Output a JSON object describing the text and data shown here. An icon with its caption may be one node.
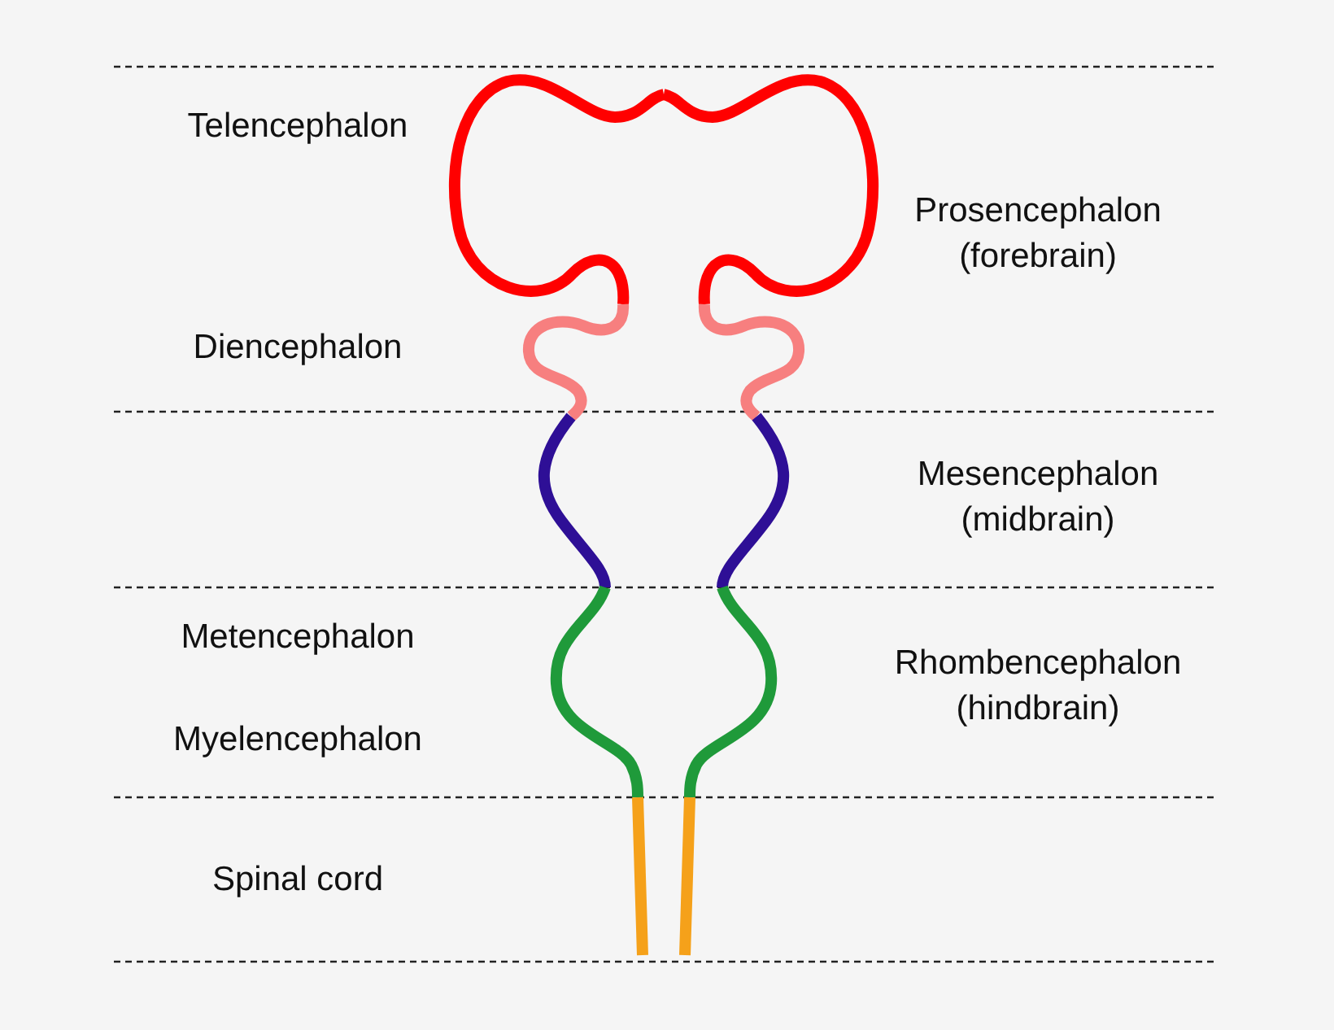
{
  "diagram": {
    "labels": [
      "Telencephalon",
      "Prosencephalon (forebrain)",
      "Diencephalon",
      "Mesencephalon (midbrain)",
      "Metencephalon",
      "Rhombencephalon (hindbrain)",
      "Myelencephalon",
      "Spinal cord"
    ]
  }
}
